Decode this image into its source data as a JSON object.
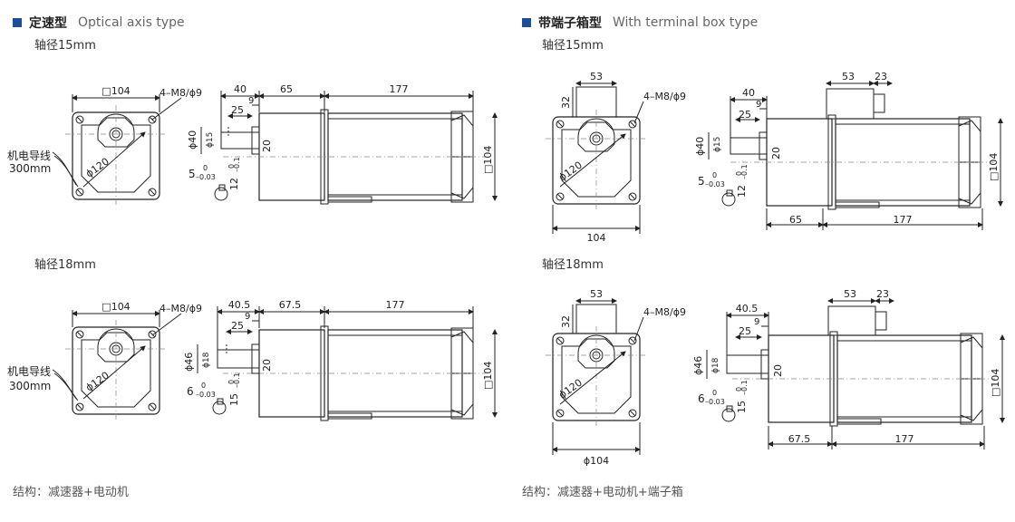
{
  "left": {
    "title_cn": "定速型",
    "title_en": "Optical axis type",
    "shaft15_label": "轴径15mm",
    "shaft18_label": "轴径18mm",
    "footer": "结构：减速器+电动机",
    "wire_label": "机电导线",
    "wire_len": "300mm",
    "top": {
      "sq104": "□104",
      "m8": "4–M8/ϕ9",
      "d120": "ϕ120",
      "d40": "ϕ40",
      "d15": "ϕ15",
      "d40len": "40",
      "d25": "25",
      "d9": "9",
      "d65": "65",
      "d177": "177",
      "d20": "20",
      "tol5": "5",
      "tol5u": "0",
      "tol5l": "–0.03",
      "tol12": "12",
      "tol12u": "0",
      "tol12l": "–0.1",
      "sideSq": "□104"
    },
    "bottom": {
      "sq104": "□104",
      "m8": "4–M8/ϕ9",
      "d120": "ϕ120",
      "d46": "ϕ46",
      "d18": "ϕ18",
      "d40len": "40.5",
      "d25": "25",
      "d9": "9",
      "d65": "67.5",
      "d177": "177",
      "d20": "20",
      "tol5": "6",
      "tol5u": "0",
      "tol5l": "–0.03",
      "tol12": "15",
      "tol12u": "0",
      "tol12l": "–0.1",
      "sideSq": "□104"
    }
  },
  "right": {
    "title_cn": "带端子箱型",
    "title_en": "With terminal box type",
    "shaft15_label": "轴径15mm",
    "shaft18_label": "轴径18mm",
    "footer": "结构：减速器+电动机+端子箱",
    "top": {
      "d53": "53",
      "d32": "32",
      "m8": "4–M8/ϕ9",
      "d120": "ϕ120",
      "d104": "104",
      "d53b": "53",
      "d23": "23",
      "d40": "ϕ40",
      "d15": "ϕ15",
      "d40len": "40",
      "d25": "25",
      "d9": "9",
      "d65": "65",
      "d177": "177",
      "d20": "20",
      "tol5": "5",
      "tol5u": "0",
      "tol5l": "–0.03",
      "tol12": "12",
      "tol12u": "0",
      "tol12l": "–0.1",
      "sideSq": "□104"
    },
    "bottom": {
      "d53": "53",
      "d32": "32",
      "m8": "4–M8/ϕ9",
      "d120": "ϕ120",
      "d104": "ϕ104",
      "d53b": "53",
      "d23": "23",
      "d40": "ϕ46",
      "d15": "ϕ18",
      "d40len": "40.5",
      "d25": "25",
      "d9": "9",
      "d65": "67.5",
      "d177": "177",
      "d20": "20",
      "tol5": "6",
      "tol5u": "0",
      "tol5l": "–0.03",
      "tol12": "15",
      "tol12u": "0",
      "tol12l": "–0.1",
      "sideSq": "□104"
    }
  }
}
